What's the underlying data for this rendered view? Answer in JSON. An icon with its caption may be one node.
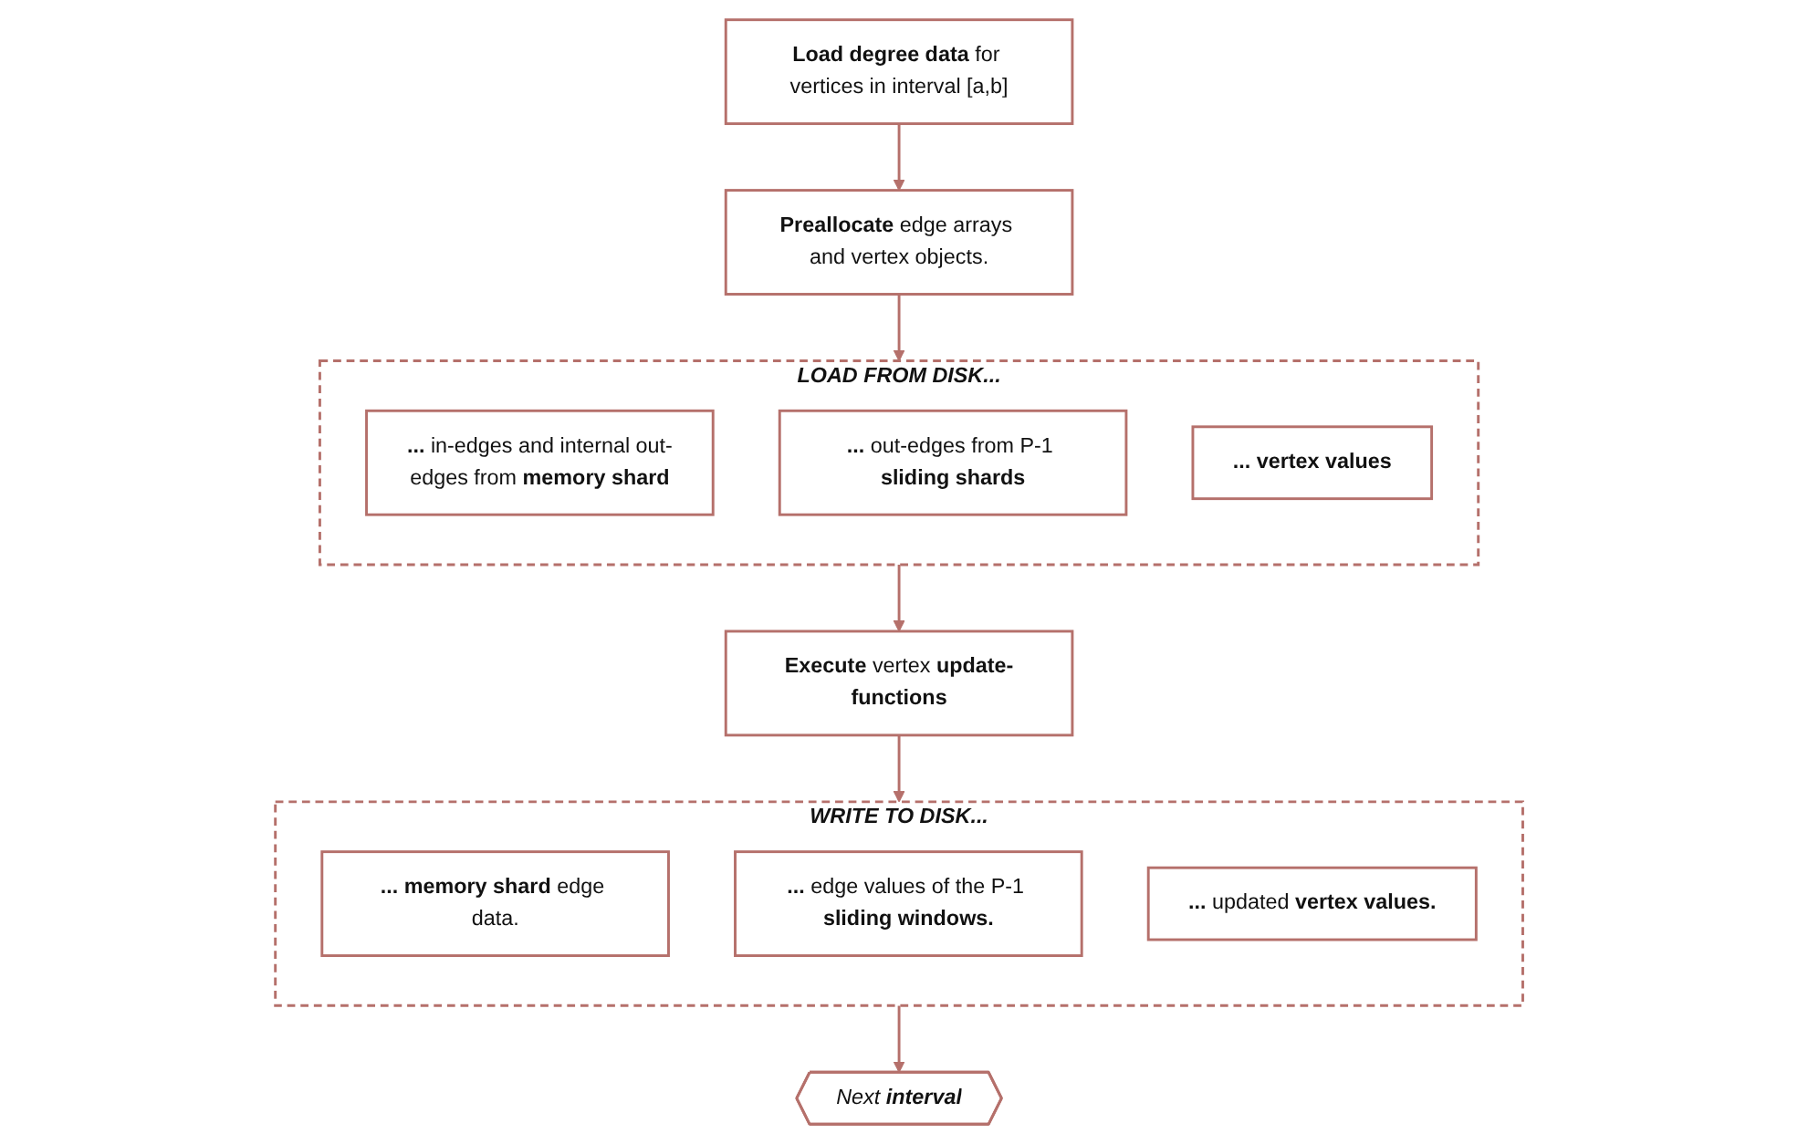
{
  "diagram": {
    "nodes": [
      {
        "text": [
          "**Load degree data** for vertices in interval [a,b]"
        ]
      },
      {
        "text": [
          "**Preallocate** edge arrays and vertex objects."
        ]
      },
      {
        "text": [
          "LOAD FROM DISK..."
        ]
      },
      {
        "text": [
          "**...** in-edges and internal out-edges from **memory shard**"
        ],
        "in": 2
      },
      {
        "text": [
          "**...** out-edges from P-1 **sliding shards**"
        ],
        "in": 2
      },
      {
        "text": [
          "... vertex values"
        ],
        "in": 2
      },
      {
        "text": [
          "**Execute** vertex **update-functions**"
        ]
      },
      {
        "text": [
          "WRITE TO DISK..."
        ]
      },
      {
        "text": [
          "**... memory shard** edge data."
        ],
        "in": 7
      },
      {
        "text": [
          "**...** edge values of the P-1 **sliding windows.**"
        ],
        "in": 7
      },
      {
        "text": [
          "**...** updated **vertex values.**"
        ],
        "in": 7
      },
      {
        "text": [
          "Next **interval**"
        ]
      }
    ],
    "edges": [
      {
        "from": 0,
        "to": 1,
        "arrow": "to"
      },
      {
        "from": 1,
        "to": 2,
        "arrow": "to"
      },
      {
        "from": 2,
        "to": 6,
        "arrow": "to"
      },
      {
        "from": 6,
        "to": 7,
        "arrow": "to"
      },
      {
        "from": 7,
        "to": 11,
        "arrow": "to"
      }
    ]
  }
}
